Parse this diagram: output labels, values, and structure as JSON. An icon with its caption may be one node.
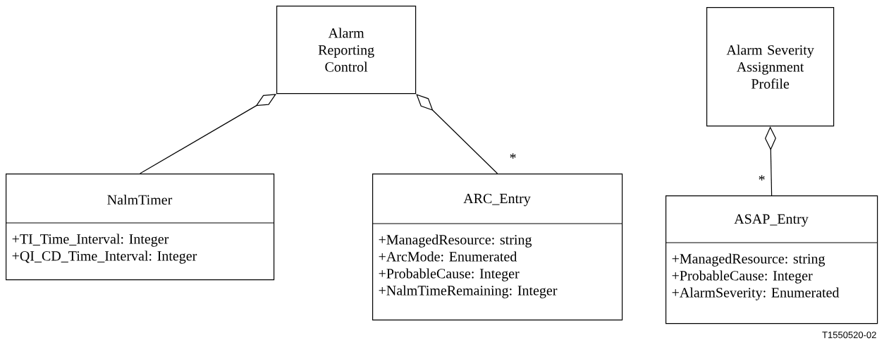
{
  "diagram": {
    "nodes": [
      {
        "text": [
          "Alarm Reporting Control"
        ]
      },
      {
        "text": [
          "NalmTimer",
          "+TI_Time_Interval: Integer",
          "+QI_CD_Time_Interval: Integer"
        ]
      },
      {
        "text": [
          "ARC_Entry",
          "+ManagedResource: string",
          "+ArcMode: Enumerated",
          "+ProbableCause: Integer",
          "+NalmTimeRemaining: Integer"
        ]
      },
      {
        "text": [
          "Alarm Severity Assignment Profile"
        ]
      },
      {
        "text": [
          "ASAP_Entry",
          "+ManagedResource: string",
          "+ProbableCause: Integer",
          "+AlarmSeverity: Enumerated"
        ]
      }
    ],
    "edges": [
      {
        "from": 0,
        "to": 1,
        "arrow": "other"
      },
      {
        "from": 0,
        "to": 2,
        "arrow": "other",
        "label": "*"
      },
      {
        "from": 3,
        "to": 4,
        "arrow": "other",
        "label": "*"
      }
    ],
    "labels": [
      "T1550520-02"
    ]
  }
}
